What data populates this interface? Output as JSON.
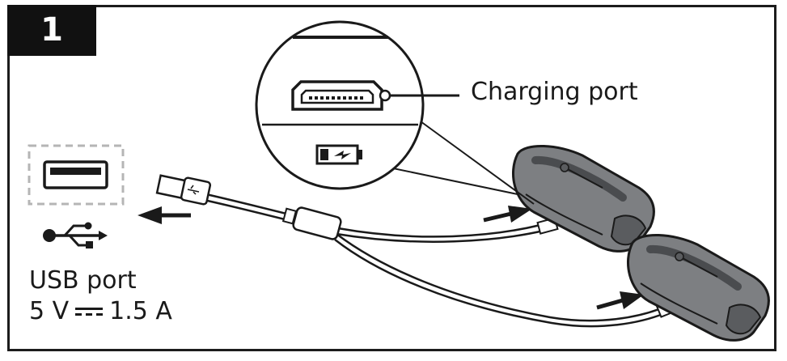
{
  "step": {
    "number": "1"
  },
  "callouts": {
    "charging_port": "Charging port"
  },
  "usb": {
    "label": "USB port",
    "voltage": "5 V",
    "current": "1.5 A"
  },
  "icons": {
    "port_icon": "micro-usb-port-icon",
    "battery_icon": "battery-charging-icon",
    "usb_symbol": "usb-trident-icon"
  },
  "colors": {
    "ink": "#1a1a1a",
    "badge": "#111111",
    "device_fill": "#7d7f82",
    "device_dark": "#4a4c4f",
    "dashed_outline": "#b5b5b5"
  }
}
